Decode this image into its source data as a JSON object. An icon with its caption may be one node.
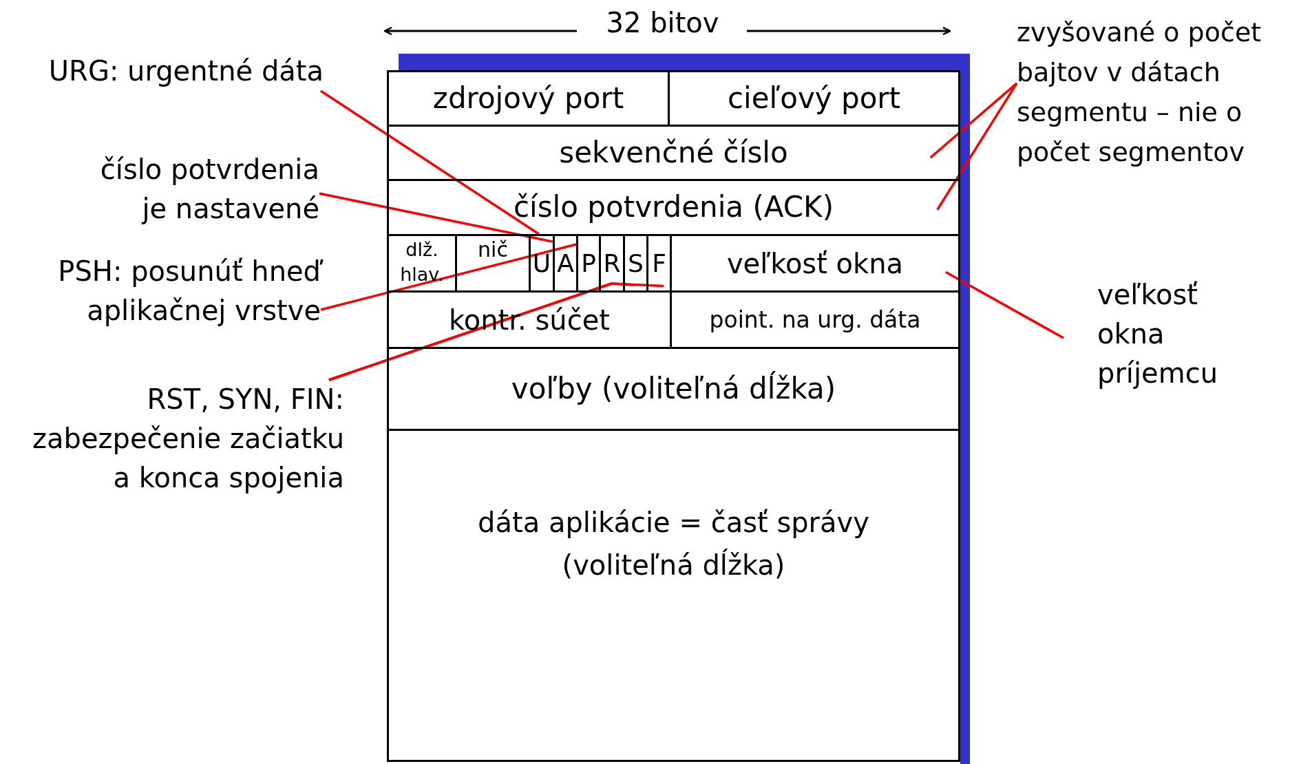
{
  "diagram": {
    "nodes": [
      {
        "text": [
          "zdrojový port"
        ]
      },
      {
        "text": [
          "cieľový port"
        ]
      },
      {
        "text": [
          "sekvenčné číslo"
        ]
      },
      {
        "text": [
          "číslo potvrdenia (ACK)"
        ]
      },
      {
        "text": [
          "dlž. hlav."
        ]
      },
      {
        "text": [
          "nič"
        ]
      },
      {
        "text": [
          "U"
        ]
      },
      {
        "text": [
          "A"
        ]
      },
      {
        "text": [
          "P"
        ]
      },
      {
        "text": [
          "R"
        ]
      },
      {
        "text": [
          "S"
        ]
      },
      {
        "text": [
          "F"
        ]
      },
      {
        "text": [
          "veľkosť okna"
        ]
      },
      {
        "text": [
          "kontr. súčet"
        ]
      },
      {
        "text": [
          "point. na urg. dáta"
        ]
      },
      {
        "text": [
          "voľby (voliteľná dĺžka)"
        ]
      },
      {
        "text": [
          "dáta aplikácie = časť správy (voliteľná dĺžka)"
        ]
      },
      {
        "text": [
          "URG: urgentné dáta"
        ]
      },
      {
        "text": [
          "číslo potvrdenia je nastavené"
        ]
      },
      {
        "text": [
          "PSH: posunúť hneď aplikačnej vrstve"
        ]
      },
      {
        "text": [
          "RST, SYN, FIN: zabezpečenie začiatku a konca spojenia"
        ]
      },
      {
        "text": [
          "zvyšované o počet bajtov v dátach segmentu – nie o počet segmentov"
        ]
      },
      {
        "text": [
          "veľkosť okna príjemcu"
        ]
      }
    ],
    "edges": [
      {
        "from": 17,
        "to": 6,
        "arrow": "none",
        "color": "#ff0000"
      },
      {
        "from": 18,
        "to": 7,
        "arrow": "none",
        "color": "#ff0000"
      },
      {
        "from": 19,
        "to": 8,
        "arrow": "none",
        "color": "#ff0000"
      },
      {
        "from": 20,
        "to": 9,
        "arrow": "none",
        "color": "#ff0000"
      },
      {
        "from": 20,
        "to": 10,
        "arrow": "none",
        "color": "#ff0000"
      },
      {
        "from": 20,
        "to": 11,
        "arrow": "none",
        "color": "#ff0000"
      },
      {
        "from": 21,
        "to": 2,
        "arrow": "none",
        "color": "#ff0000"
      },
      {
        "from": 21,
        "to": 3,
        "arrow": "none",
        "color": "#ff0000"
      },
      {
        "from": 22,
        "to": 12,
        "arrow": "none",
        "color": "#ff0000"
      }
    ],
    "labels": [
      "32 bitov"
    ]
  }
}
